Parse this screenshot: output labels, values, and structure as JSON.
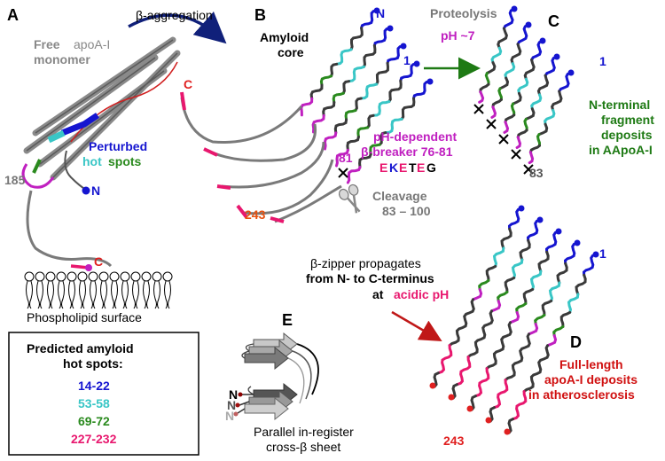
{
  "panels": {
    "A": "A",
    "B": "B",
    "C": "C",
    "D": "D",
    "E": "E"
  },
  "labels": {
    "free1": "Free",
    "free2": "apoA-I",
    "free3": "monomer",
    "perturbed": "Perturbed",
    "hot": "hot",
    "spots": "spots",
    "res185": "185",
    "n_a": "N",
    "c_a": "C",
    "phospholipid": "Phospholipid surface",
    "beta_agg": "β-aggregation",
    "amyloid1": "Amyloid",
    "amyloid2": "core",
    "n_b": "N",
    "one_b": "1",
    "c_b": "C",
    "ph_dep1": "pH-dependent",
    "ph_dep2": "β-breaker 76-81",
    "seq_E1": "E",
    "seq_K": "K",
    "seq_E2": "E",
    "seq_T": "T",
    "seq_E3": "E",
    "seq_G": "G",
    "res81": "81",
    "res243_b": "243",
    "cleavage1": "Cleavage",
    "cleavage2": "83 – 100",
    "proteolysis": "Proteolysis",
    "ph7": "pH ~7",
    "one_c": "1",
    "res83": "83",
    "nterm1": "N-terminal",
    "nterm2": "fragment",
    "nterm3": "deposits",
    "nterm4": "in AApoA-I",
    "zip1": "β-zipper propagates",
    "zip2": "from N- to C-terminus",
    "zip3a": "at ",
    "zip3b": "acidic pH",
    "one_d": "1",
    "res243_d": "243",
    "full1": "Full-length",
    "full2": "apoA-I deposits",
    "full3": "in atherosclerosis",
    "par1": "Parallel in-register",
    "par2": "cross-β sheet",
    "n_e": "N",
    "legend_title1": "Predicted amyloid",
    "legend_title2": "hot spots:",
    "legend_items": [
      "14-22",
      "53-58",
      "69-72",
      "227-232"
    ]
  },
  "colors": {
    "blue": "#1515d0",
    "cyan": "#39c6c6",
    "green": "#2a8a1e",
    "pink": "#e8176e",
    "magenta": "#c020c0",
    "red": "#e02020",
    "gray": "#808080",
    "dark": "#3a3a3a",
    "navy": "#10207a",
    "darkgreen": "#1e7a14",
    "darkred": "#d01010"
  },
  "icons": [
    "scissors-icon",
    "arrow-icon"
  ]
}
